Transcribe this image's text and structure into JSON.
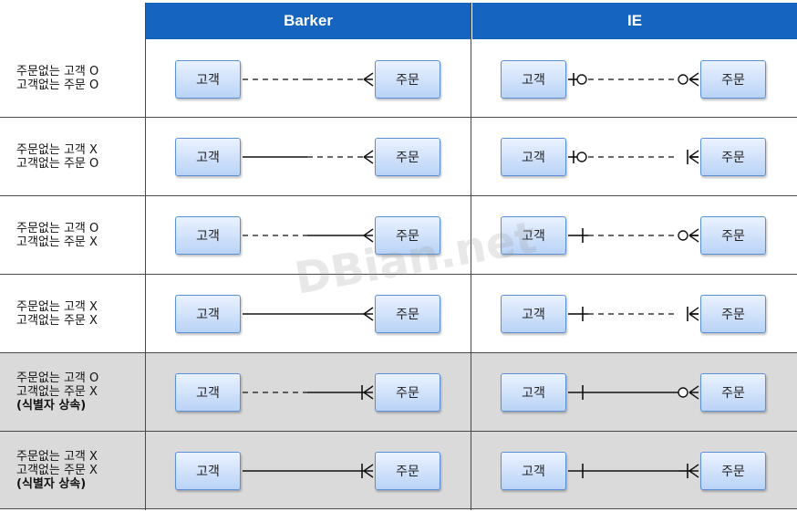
{
  "headers": {
    "barker": "Barker",
    "ie": "IE"
  },
  "entities": {
    "customer": "고객",
    "order": "주문"
  },
  "rows": [
    {
      "lines": [
        "주문없는 고객 O",
        "고객없는 주문 O"
      ],
      "tag": "",
      "shaded": false,
      "barker": {
        "customer_side": "dashed",
        "order_side": "dashed",
        "order_end": "crow"
      },
      "ie": {
        "customer_mark": "zero-one",
        "order_mark": "zero-many"
      }
    },
    {
      "lines": [
        "주문없는 고객 X",
        "고객없는 주문 O"
      ],
      "tag": "",
      "shaded": false,
      "barker": {
        "customer_side": "solid",
        "order_side": "dashed",
        "order_end": "crow"
      },
      "ie": {
        "customer_mark": "zero-one",
        "order_mark": "one-many"
      }
    },
    {
      "lines": [
        "주문없는 고객 O",
        "고객없는 주문 X"
      ],
      "tag": "",
      "shaded": false,
      "barker": {
        "customer_side": "dashed",
        "order_side": "solid",
        "order_end": "crow"
      },
      "ie": {
        "customer_mark": "one",
        "order_mark": "zero-many"
      }
    },
    {
      "lines": [
        "주문없는 고객 X",
        "고객없는 주문 X"
      ],
      "tag": "",
      "shaded": false,
      "barker": {
        "customer_side": "solid",
        "order_side": "solid",
        "order_end": "crow"
      },
      "ie": {
        "customer_mark": "one",
        "order_mark": "one-many"
      }
    },
    {
      "lines": [
        "주문없는 고객 O",
        "고객없는 주문 X"
      ],
      "tag": "(식별자 상속)",
      "shaded": true,
      "barker": {
        "customer_side": "dashed",
        "order_side": "solid",
        "order_end": "crow-bar"
      },
      "ie": {
        "customer_mark": "one-solid",
        "order_mark": "zero-many-solid"
      }
    },
    {
      "lines": [
        "주문없는 고객 X",
        "고객없는 주문 X"
      ],
      "tag": "(식별자 상속)",
      "shaded": true,
      "barker": {
        "customer_side": "solid",
        "order_side": "solid",
        "order_end": "crow-bar"
      },
      "ie": {
        "customer_mark": "one-solid",
        "order_mark": "one-many-solid"
      }
    }
  ],
  "watermark": "DBian.net",
  "colors": {
    "header": "#1565c0",
    "entity_border": "#5b8fd6",
    "shaded_row": "#dadada"
  }
}
